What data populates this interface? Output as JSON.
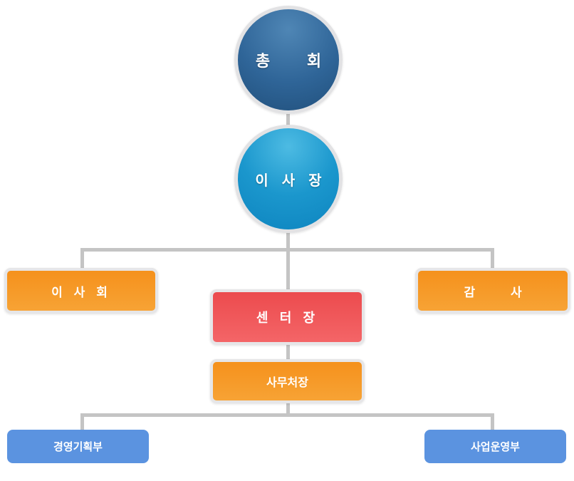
{
  "org_chart": {
    "general_assembly": "총 회",
    "chairman": "이 사 장",
    "board_of_directors": "이 사 회",
    "auditor": "감 사",
    "center_director": "센 터 장",
    "secretary_general": "사무처장",
    "planning_dept": "경영기획부",
    "operations_dept": "사업운영부"
  },
  "colors": {
    "navy": "#2f6598",
    "sky_blue": "#1b97cd",
    "orange": "#f5911c",
    "red": "#ec4b4e",
    "blue": "#5b93e0",
    "connector": "#c4c4c4"
  }
}
